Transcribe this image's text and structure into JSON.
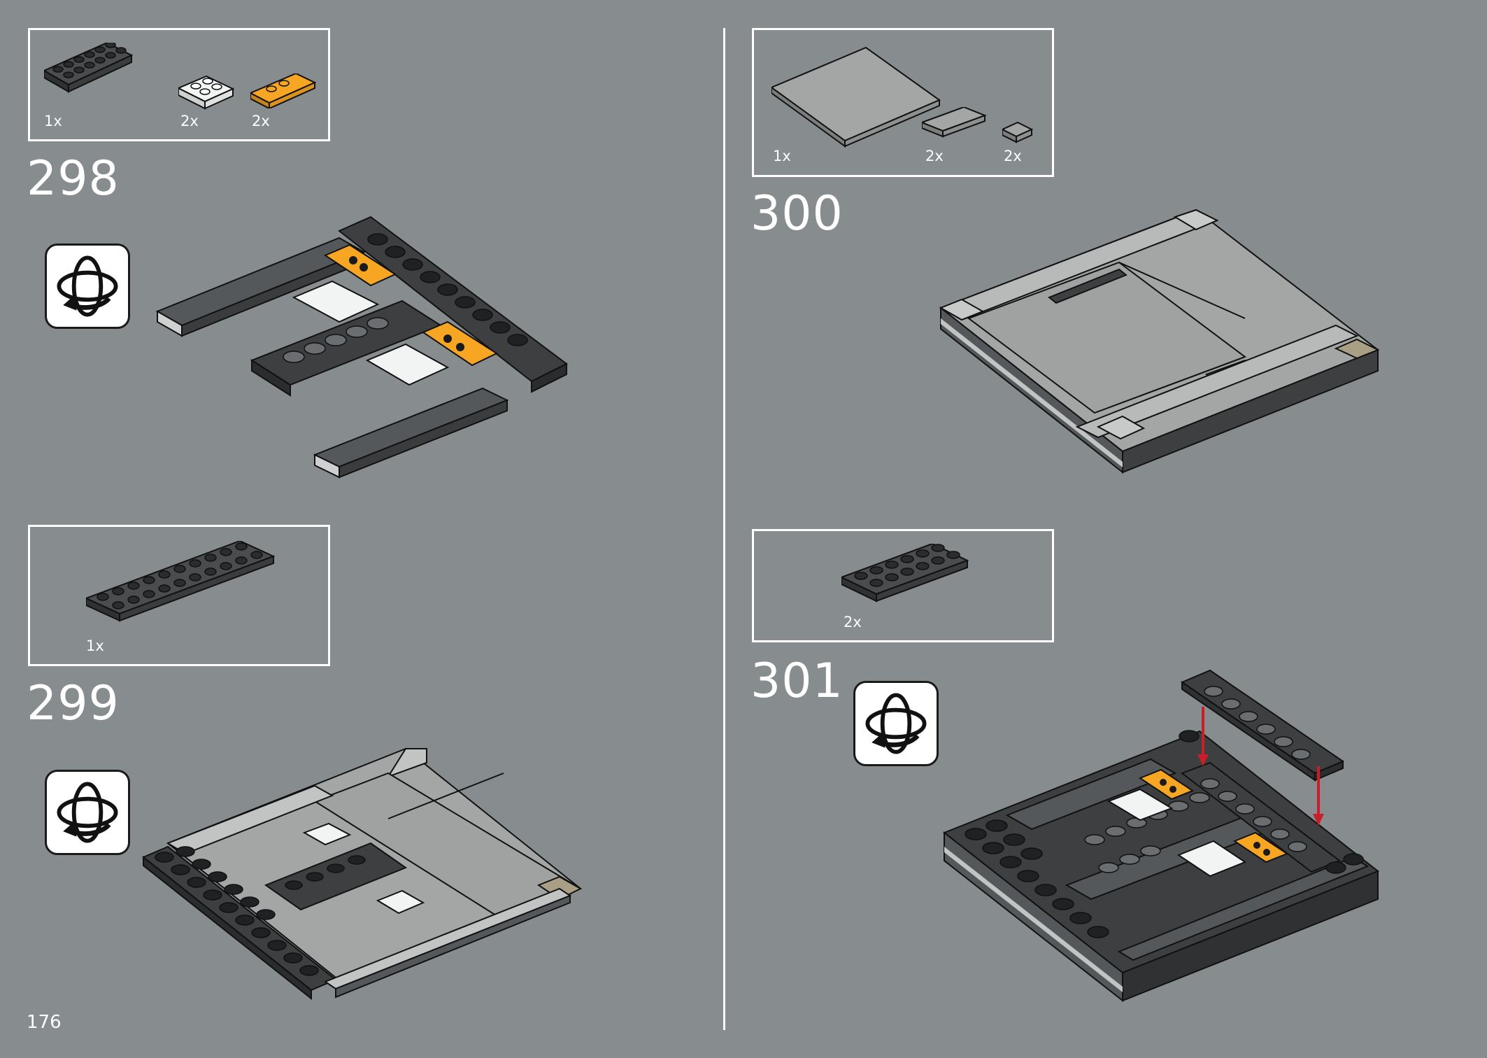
{
  "page_number": "176",
  "steps": [
    {
      "number": "298",
      "parts": [
        {
          "qty": "1x",
          "icon": "dark-gray-plate-2x6"
        },
        {
          "qty": "2x",
          "icon": "white-plate-2x2"
        },
        {
          "qty": "2x",
          "icon": "orange-plate-1x3"
        }
      ],
      "rotate": true
    },
    {
      "number": "299",
      "parts": [
        {
          "qty": "1x",
          "icon": "dark-gray-plate-2x10"
        }
      ],
      "rotate": true
    },
    {
      "number": "300",
      "parts": [
        {
          "qty": "1x",
          "icon": "gray-tile-8x8"
        },
        {
          "qty": "2x",
          "icon": "gray-tile-1x4"
        },
        {
          "qty": "2x",
          "icon": "gray-tile-1x1"
        }
      ],
      "rotate": false
    },
    {
      "number": "301",
      "parts": [
        {
          "qty": "2x",
          "icon": "dark-gray-plate-2x6"
        }
      ],
      "rotate": true
    }
  ],
  "colors": {
    "background": "#878d8f",
    "dark_brick": "#3d3f41",
    "light_brick": "#f2f3f3",
    "orange_brick": "#f6a623",
    "tile_gray": "#a4a6a6",
    "tan_tile": "#a99f85",
    "arrow_red": "#c81e2a"
  }
}
